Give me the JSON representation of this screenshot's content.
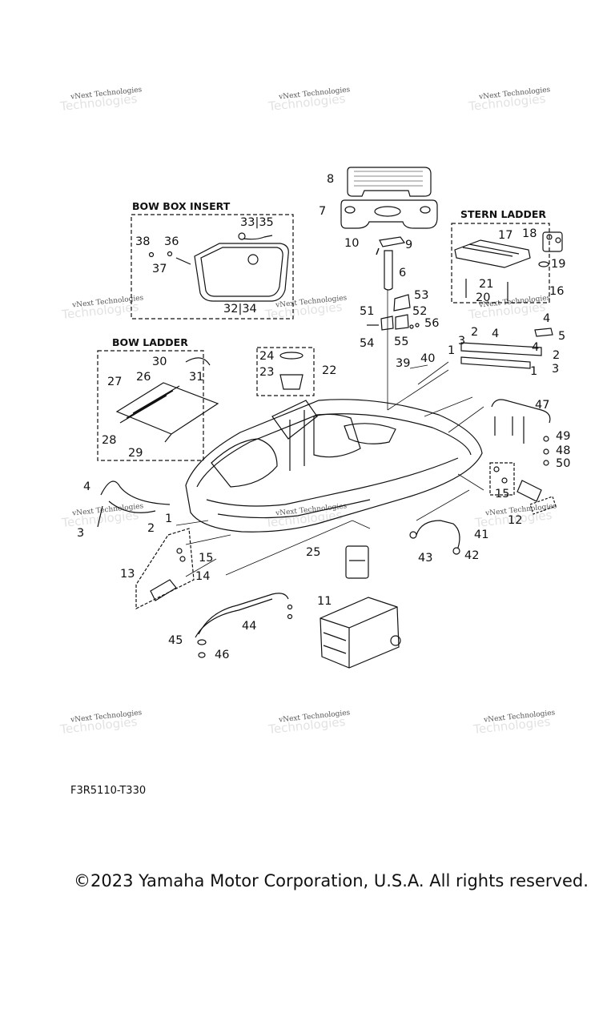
{
  "watermark": {
    "text": "vNext Technologies",
    "ghost": "Technologies"
  },
  "sections": {
    "bow_box_insert": "BOW BOX INSERT",
    "stern_ladder": "STERN LADDER",
    "bow_ladder": "BOW LADDER"
  },
  "callouts": {
    "c1": "1",
    "c1b": "1",
    "c1c": "1",
    "c2": "2",
    "c2b": "2",
    "c2c": "2",
    "c3": "3",
    "c3b": "3",
    "c3c": "3",
    "c4": "4",
    "c4b": "4",
    "c4c": "4",
    "c4d": "4",
    "c5": "5",
    "c6": "6",
    "c7": "7",
    "c8": "8",
    "c9": "9",
    "c10": "10",
    "c11": "11",
    "c12": "12",
    "c13": "13",
    "c14": "14",
    "c15": "15",
    "c15b": "15",
    "c16": "16",
    "c17": "17",
    "c18": "18",
    "c19": "19",
    "c20": "20",
    "c21": "21",
    "c22": "22",
    "c23": "23",
    "c24": "24",
    "c25": "25",
    "c26": "26",
    "c27": "27",
    "c28": "28",
    "c29": "29",
    "c30": "30",
    "c31": "31",
    "c32_34": "32|34",
    "c33_35": "33|35",
    "c36": "36",
    "c37": "37",
    "c38": "38",
    "c39": "39",
    "c40": "40",
    "c41": "41",
    "c42": "42",
    "c43": "43",
    "c44": "44",
    "c45": "45",
    "c46": "46",
    "c47": "47",
    "c48": "48",
    "c49": "49",
    "c50": "50",
    "c51": "51",
    "c52": "52",
    "c53": "53",
    "c54": "54",
    "c55": "55",
    "c56": "56"
  },
  "diagram_code": "F3R5110-T330",
  "copyright": "©2023 Yamaha Motor Corporation, U.S.A. All rights reserved."
}
